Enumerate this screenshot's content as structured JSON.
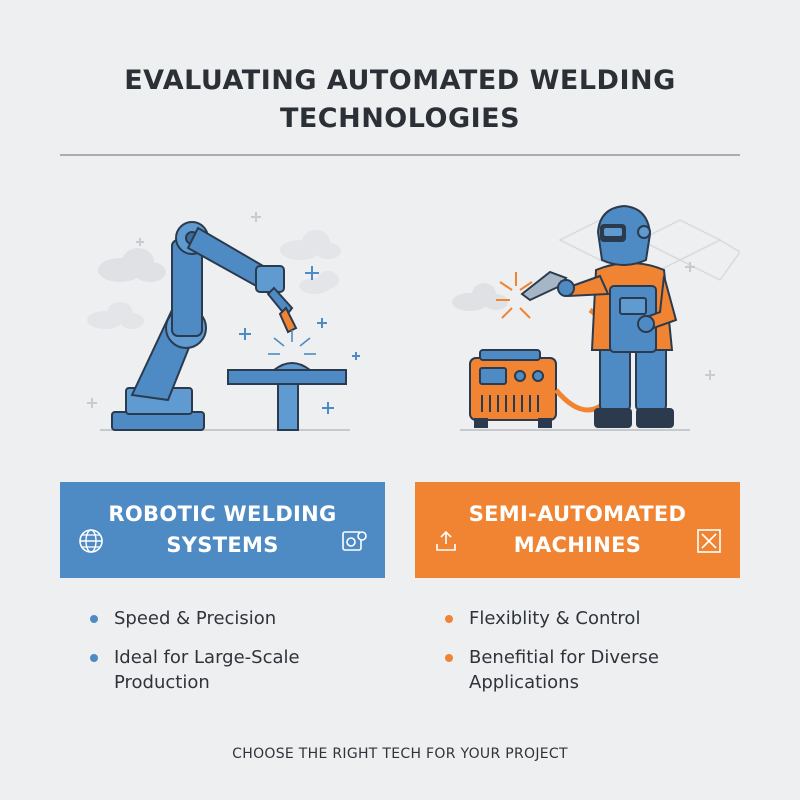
{
  "title": {
    "line1": "EVALUATING AUTOMATED WELDING",
    "line2": "TECHNOLOGIES"
  },
  "left": {
    "illustration_icon": "robotic-arm-welding-illustration",
    "banner_line1": "ROBOTIC WELDING",
    "banner_line2": "SYSTEMS",
    "banner_icons": [
      "globe-icon",
      "settings-icon"
    ],
    "color": "#4e8bc4",
    "bullets": [
      {
        "text": "Speed & Precision"
      },
      {
        "text": "Ideal for Large-Scale Production"
      }
    ]
  },
  "right": {
    "illustration_icon": "welder-with-machine-illustration",
    "banner_line1": "SEMI-AUTOMATED",
    "banner_line2": "MACHINES",
    "banner_icons": [
      "upload-icon",
      "close-box-icon"
    ],
    "color": "#f08432",
    "bullets": [
      {
        "text": "Flexiblity & Control"
      },
      {
        "text": "Benefitial for Diverse Applications"
      }
    ]
  },
  "footer": "CHOOSE THE RIGHT TECH FOR YOUR PROJECT"
}
